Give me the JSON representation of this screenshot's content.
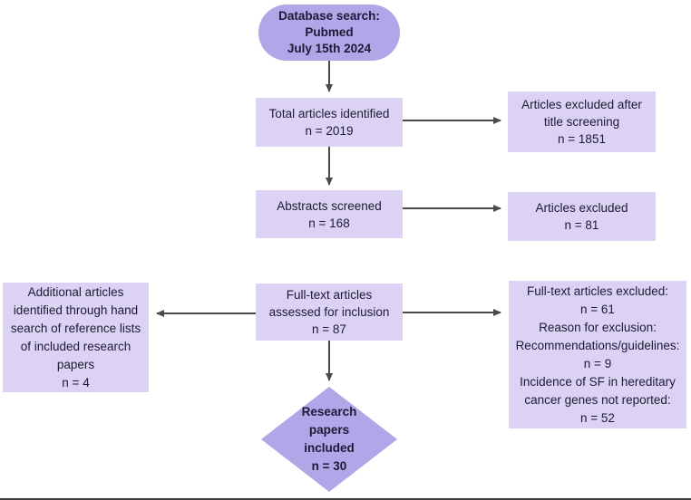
{
  "colors": {
    "node_light": "#dcd2f4",
    "node_dark": "#b0a6e8",
    "arrow": "#4a4a4a",
    "text": "#1b1b35"
  },
  "nodes": {
    "database_search": {
      "lines": [
        "Database search:",
        "Pubmed",
        "July 15th 2024"
      ]
    },
    "total_identified": {
      "lines": [
        "Total articles identified",
        "n = 2019"
      ]
    },
    "title_excluded": {
      "lines": [
        "Articles excluded after",
        "title screening",
        "n = 1851"
      ]
    },
    "abstracts_screened": {
      "lines": [
        "Abstracts screened",
        "n = 168"
      ]
    },
    "abstracts_excluded": {
      "lines": [
        "Articles excluded",
        "n = 81"
      ]
    },
    "fulltext_assessed": {
      "lines": [
        "Full-text articles",
        "assessed for inclusion",
        "n = 87"
      ]
    },
    "additional_articles": {
      "lines": [
        "Additional articles",
        "identified through hand",
        "search of reference lists",
        "of included research",
        "papers",
        "n = 4"
      ]
    },
    "fulltext_excluded": {
      "lines": [
        "Full-text articles excluded:",
        "n = 61",
        "Reason for exclusion:",
        "Recommendations/guidelines:",
        "n = 9",
        "Incidence of SF in hereditary",
        "cancer genes not reported:",
        "n = 52"
      ]
    },
    "research_included": {
      "lines": [
        "Research",
        "papers",
        "included",
        "n = 30"
      ]
    }
  }
}
